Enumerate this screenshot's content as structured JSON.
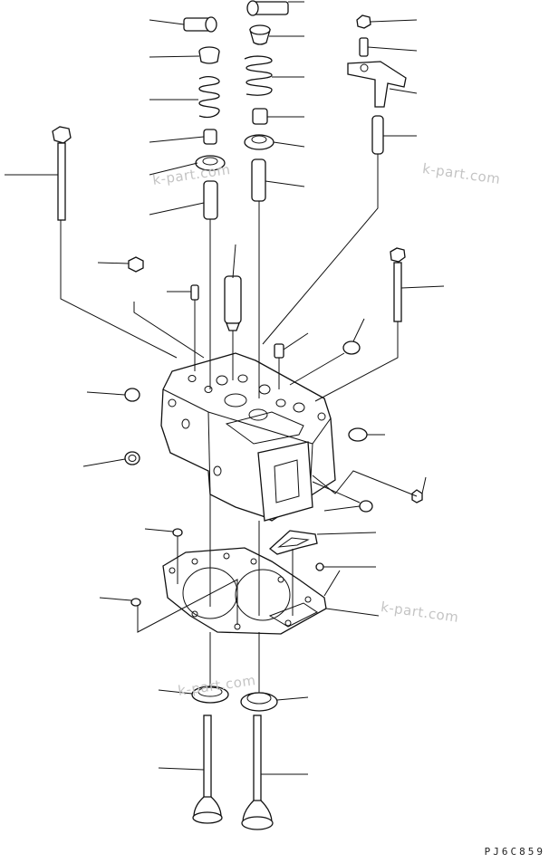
{
  "watermarks": [
    "k-part.com",
    "k-part.com",
    "k-part.com",
    "k-part.com"
  ],
  "drawing_code": "PJ6C859"
}
